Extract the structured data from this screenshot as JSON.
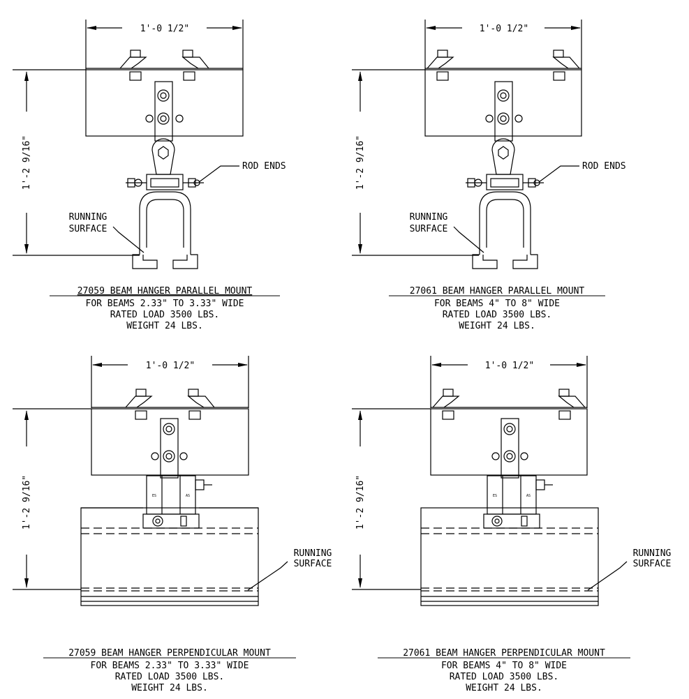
{
  "width_label": "1'-0 1/2\"",
  "height_label": "1'-2 9/16\"",
  "labels": {
    "rod_ends": "ROD ENDS",
    "running": "RUNNING",
    "surface": "SURFACE"
  },
  "panels": [
    {
      "id": "27059-parallel",
      "title": "27059 BEAM HANGER PARALLEL MOUNT",
      "line1": "FOR BEAMS 2.33\" TO 3.33\" WIDE",
      "line2": "RATED LOAD 3500 LBS.",
      "line3": "WEIGHT 24 LBS."
    },
    {
      "id": "27061-parallel",
      "title": "27061 BEAM HANGER PARALLEL MOUNT",
      "line1": "FOR BEAMS 4\" TO 8\" WIDE",
      "line2": "RATED LOAD 3500 LBS.",
      "line3": "WEIGHT 24 LBS."
    },
    {
      "id": "27059-perpendicular",
      "title": "27059 BEAM HANGER PERPENDICULAR MOUNT",
      "line1": "FOR BEAMS 2.33\" TO 3.33\" WIDE",
      "line2": "RATED LOAD 3500 LBS.",
      "line3": "WEIGHT 24 LBS."
    },
    {
      "id": "27061-perpendicular",
      "title": "27061 BEAM HANGER PERPENDICULAR MOUNT",
      "line1": "FOR BEAMS 4\" TO 8\" WIDE",
      "line2": "RATED LOAD 3500 LBS.",
      "line3": "WEIGHT 24 LBS."
    }
  ]
}
